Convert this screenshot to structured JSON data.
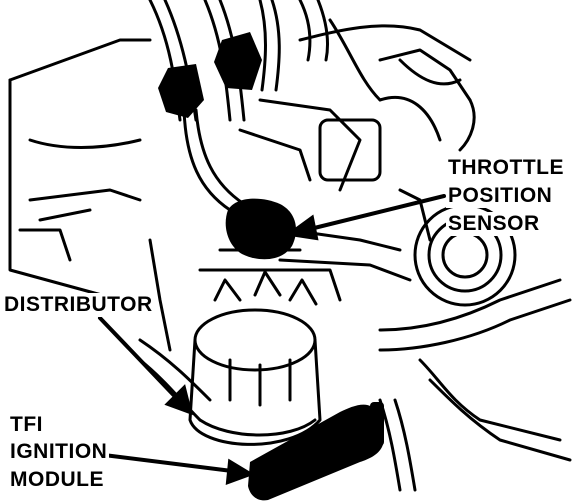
{
  "labels": {
    "throttle_position_sensor": [
      "THROTTLE",
      "POSITION",
      "SENSOR"
    ],
    "distributor": "DISTRIBUTOR",
    "tfi_ignition_module": [
      "TFI",
      "IGNITION",
      "MODULE"
    ]
  },
  "colors": {
    "ink": "#000000",
    "paper": "#ffffff"
  }
}
